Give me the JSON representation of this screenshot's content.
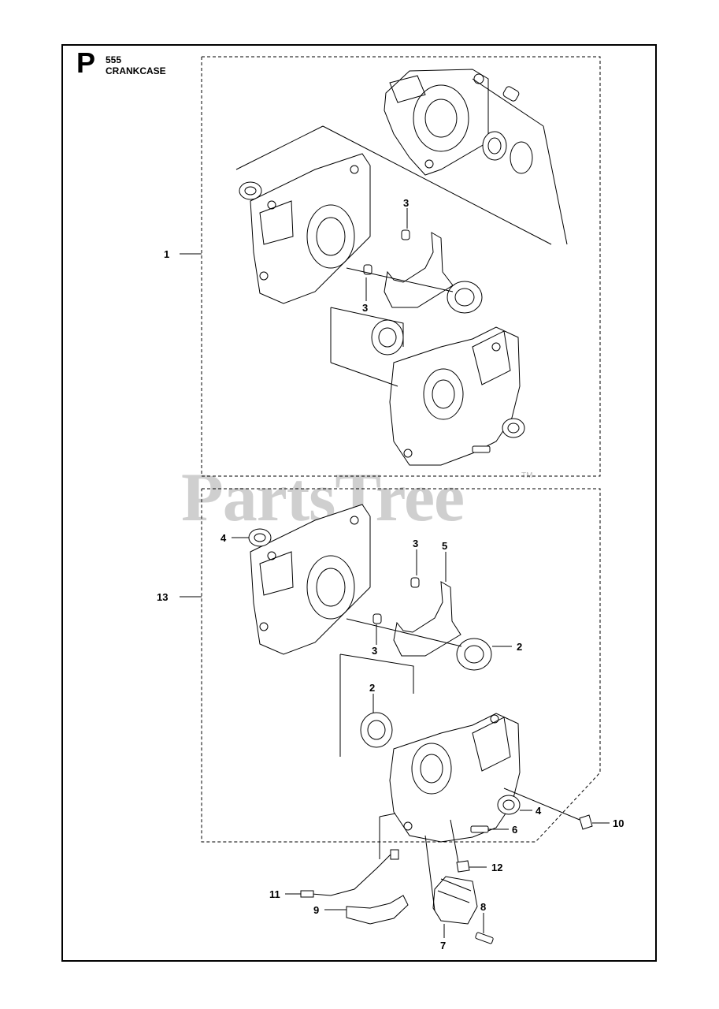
{
  "header": {
    "page_letter": "P",
    "model": "555",
    "section": "CRANKCASE"
  },
  "watermark": {
    "text": "PartsTree",
    "tm": "TM"
  },
  "callouts": {
    "c1": "1",
    "c3a": "3",
    "c3b": "3",
    "c4a": "4",
    "c3c": "3",
    "c5": "5",
    "c13": "13",
    "c3d": "3",
    "c2a": "2",
    "c2b": "2",
    "c4b": "4",
    "c10": "10",
    "c6": "6",
    "c12": "12",
    "c11": "11",
    "c8": "8",
    "c9": "9",
    "c7": "7"
  }
}
